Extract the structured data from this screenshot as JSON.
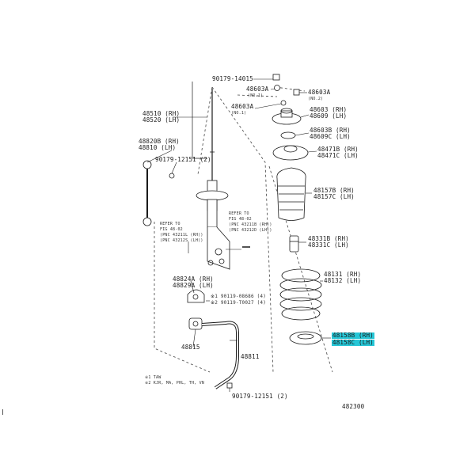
{
  "labels": {
    "p90179_14015": "90179-14015",
    "p48603a_1": "48603A",
    "no1": "(NO.1)",
    "p48603a_2": "48603A",
    "no2": "(NO.2)",
    "p48603a_3": "48603A",
    "no1b": "(NO.1)",
    "p48603_rh": "48603 (RH)",
    "p48609_lh": "48609 (LH)",
    "p48510_rh": "48510 (RH)",
    "p48520_lh": "48520 (LH)",
    "p48603b_rh": "48603B (RH)",
    "p48609c_lh": "48609C (LH)",
    "p48820b_rh": "48820B (RH)",
    "p48810_lh": "48810 (LH)",
    "p48471b_rh": "48471B (RH)",
    "p48471c_lh": "48471C (LH)",
    "p90179_12151_2": "90179-12151 (2)",
    "p48157b_rh": "48157B (RH)",
    "p48157c_lh": "48157C (LH)",
    "refer1_a": "REFER TO",
    "refer1_b": "FIG 48-02",
    "refer1_c": "(PNC 43211L (RH))",
    "refer1_d": "(PNC 43212S (LH))",
    "refer2_a": "REFER TO",
    "refer2_b": "FIG 48-02",
    "refer2_c": "(PNC 43211B (RH))",
    "refer2_d": "(PNC 43212D (LH))",
    "p48331b_rh": "48331B (RH)",
    "p48331c_lh": "48331C (LH)",
    "p48131_rh": "48131 (RH)",
    "p48132_lh": "48132 (LH)",
    "p48824a_rh": "48824A (RH)",
    "p48829a_lh": "48829A (LH)",
    "p90119_08686": "※1 90119-08686 (4)",
    "p90119_t0027": "※2 90119-T0027 (4)",
    "p48158b_rh": "48158B (RH)",
    "p48158c_lh": "48158C (LH)",
    "p48815": "48815",
    "p48811": "48811",
    "note1": "※1 TAW",
    "note2": "※2 KJR, MA, PHL, TH, VN",
    "p90179_12151b": "90179-12151 (2)",
    "diagram_code": "482300"
  },
  "highlight_color": "#26c6d6"
}
